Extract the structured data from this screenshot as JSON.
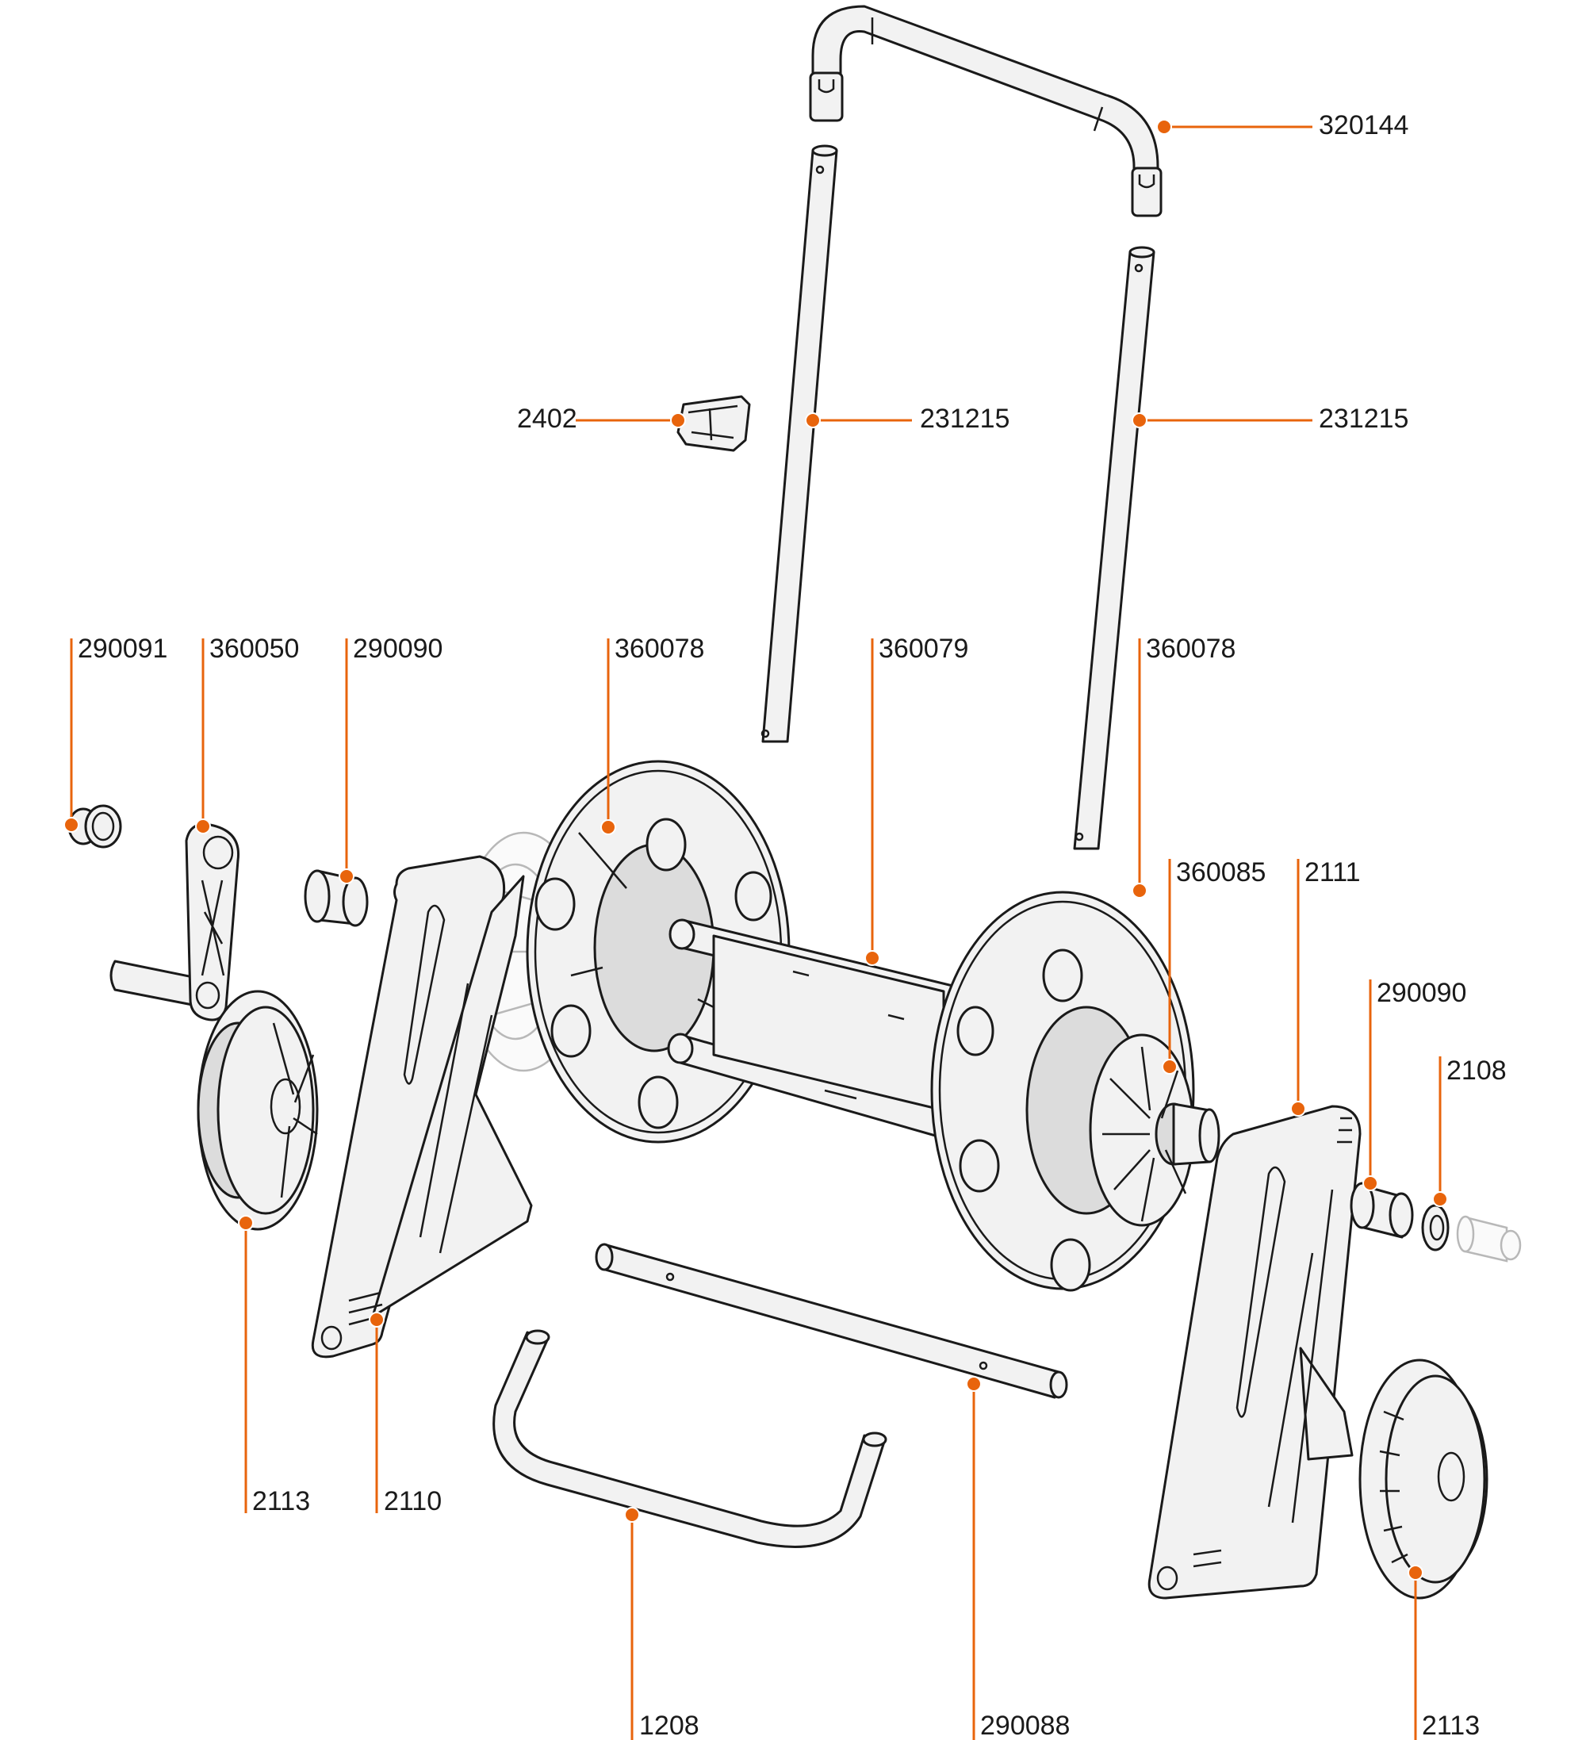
{
  "diagram": {
    "accent_color": "#e8640c",
    "line_color": "#1a1a1a",
    "parts": [
      {
        "id": "p1",
        "number": "320144"
      },
      {
        "id": "p2",
        "number": "2402"
      },
      {
        "id": "p3",
        "number": "231215"
      },
      {
        "id": "p4",
        "number": "231215"
      },
      {
        "id": "p5",
        "number": "290091"
      },
      {
        "id": "p6",
        "number": "360050"
      },
      {
        "id": "p7",
        "number": "290090"
      },
      {
        "id": "p8",
        "number": "360078"
      },
      {
        "id": "p9",
        "number": "360079"
      },
      {
        "id": "p10",
        "number": "360078"
      },
      {
        "id": "p11",
        "number": "360085"
      },
      {
        "id": "p12",
        "number": "2111"
      },
      {
        "id": "p13",
        "number": "290090"
      },
      {
        "id": "p14",
        "number": "2108"
      },
      {
        "id": "p15",
        "number": "2113"
      },
      {
        "id": "p16",
        "number": "2110"
      },
      {
        "id": "p17",
        "number": "1208"
      },
      {
        "id": "p18",
        "number": "290088"
      },
      {
        "id": "p19",
        "number": "2113"
      }
    ]
  }
}
